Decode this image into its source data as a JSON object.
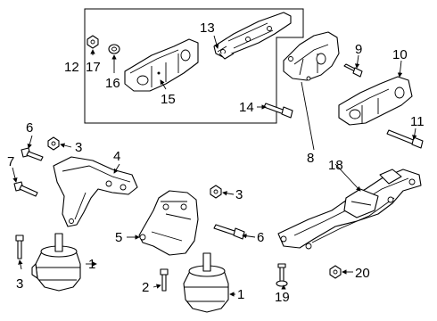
{
  "callouts": {
    "c1a": "1",
    "c1b": "1",
    "c2": "2",
    "c3a": "3",
    "c3b": "3",
    "c3c": "3",
    "c4": "4",
    "c5": "5",
    "c6a": "6",
    "c6b": "6",
    "c7": "7",
    "c8": "8",
    "c9": "9",
    "c10": "10",
    "c11": "11",
    "c12": "12",
    "c13": "13",
    "c14": "14",
    "c15": "15",
    "c16": "16",
    "c17": "17",
    "c18": "18",
    "c19": "19",
    "c20": "20"
  }
}
